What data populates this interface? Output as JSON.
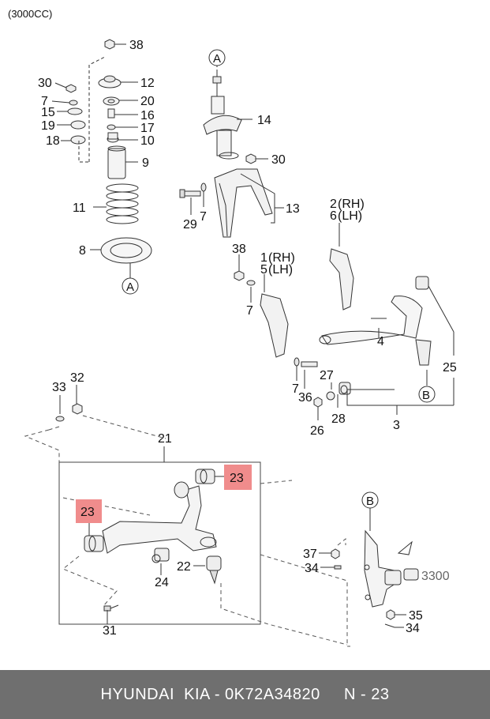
{
  "header": {
    "variant": "(3000CC)"
  },
  "footer": {
    "text": "HYUNDAI  KIA - 0K72A34820     N - 23"
  },
  "colors": {
    "highlight": "#f08c8c",
    "footer_bg": "#6f6f6f",
    "line": "#333333"
  },
  "callouts": {
    "c38": "38",
    "c12": "12",
    "c30a": "30",
    "c7a": "7",
    "c20": "20",
    "c15": "15",
    "c16": "16",
    "c19": "19",
    "c17": "17",
    "c18": "18",
    "c10": "10",
    "c9": "9",
    "c11": "11",
    "c8": "8",
    "refA_top": "A",
    "refA_bottom": "A",
    "c14": "14",
    "c30b": "30",
    "c13": "13",
    "c29": "29",
    "c7b": "7",
    "c2": "2",
    "c2_side": "(RH)",
    "c6": "6",
    "c6_side": "(LH)",
    "c1": "1",
    "c1_side": "(RH)",
    "c5": "5",
    "c5_side": "(LH)",
    "c38b": "38",
    "c7c": "7",
    "c4": "4",
    "c25": "25",
    "refB_right": "B",
    "c7d": "7",
    "c36": "36",
    "c27": "27",
    "c26": "26",
    "c28": "28",
    "c3": "3",
    "c33": "33",
    "c32": "32",
    "c21": "21",
    "c23a": "23",
    "c23b": "23",
    "c24": "24",
    "c22": "22",
    "c31": "31",
    "refB_knuckle": "B",
    "c37": "37",
    "c34a": "34",
    "c3300": "3300",
    "c35": "35",
    "c34b": "34"
  }
}
